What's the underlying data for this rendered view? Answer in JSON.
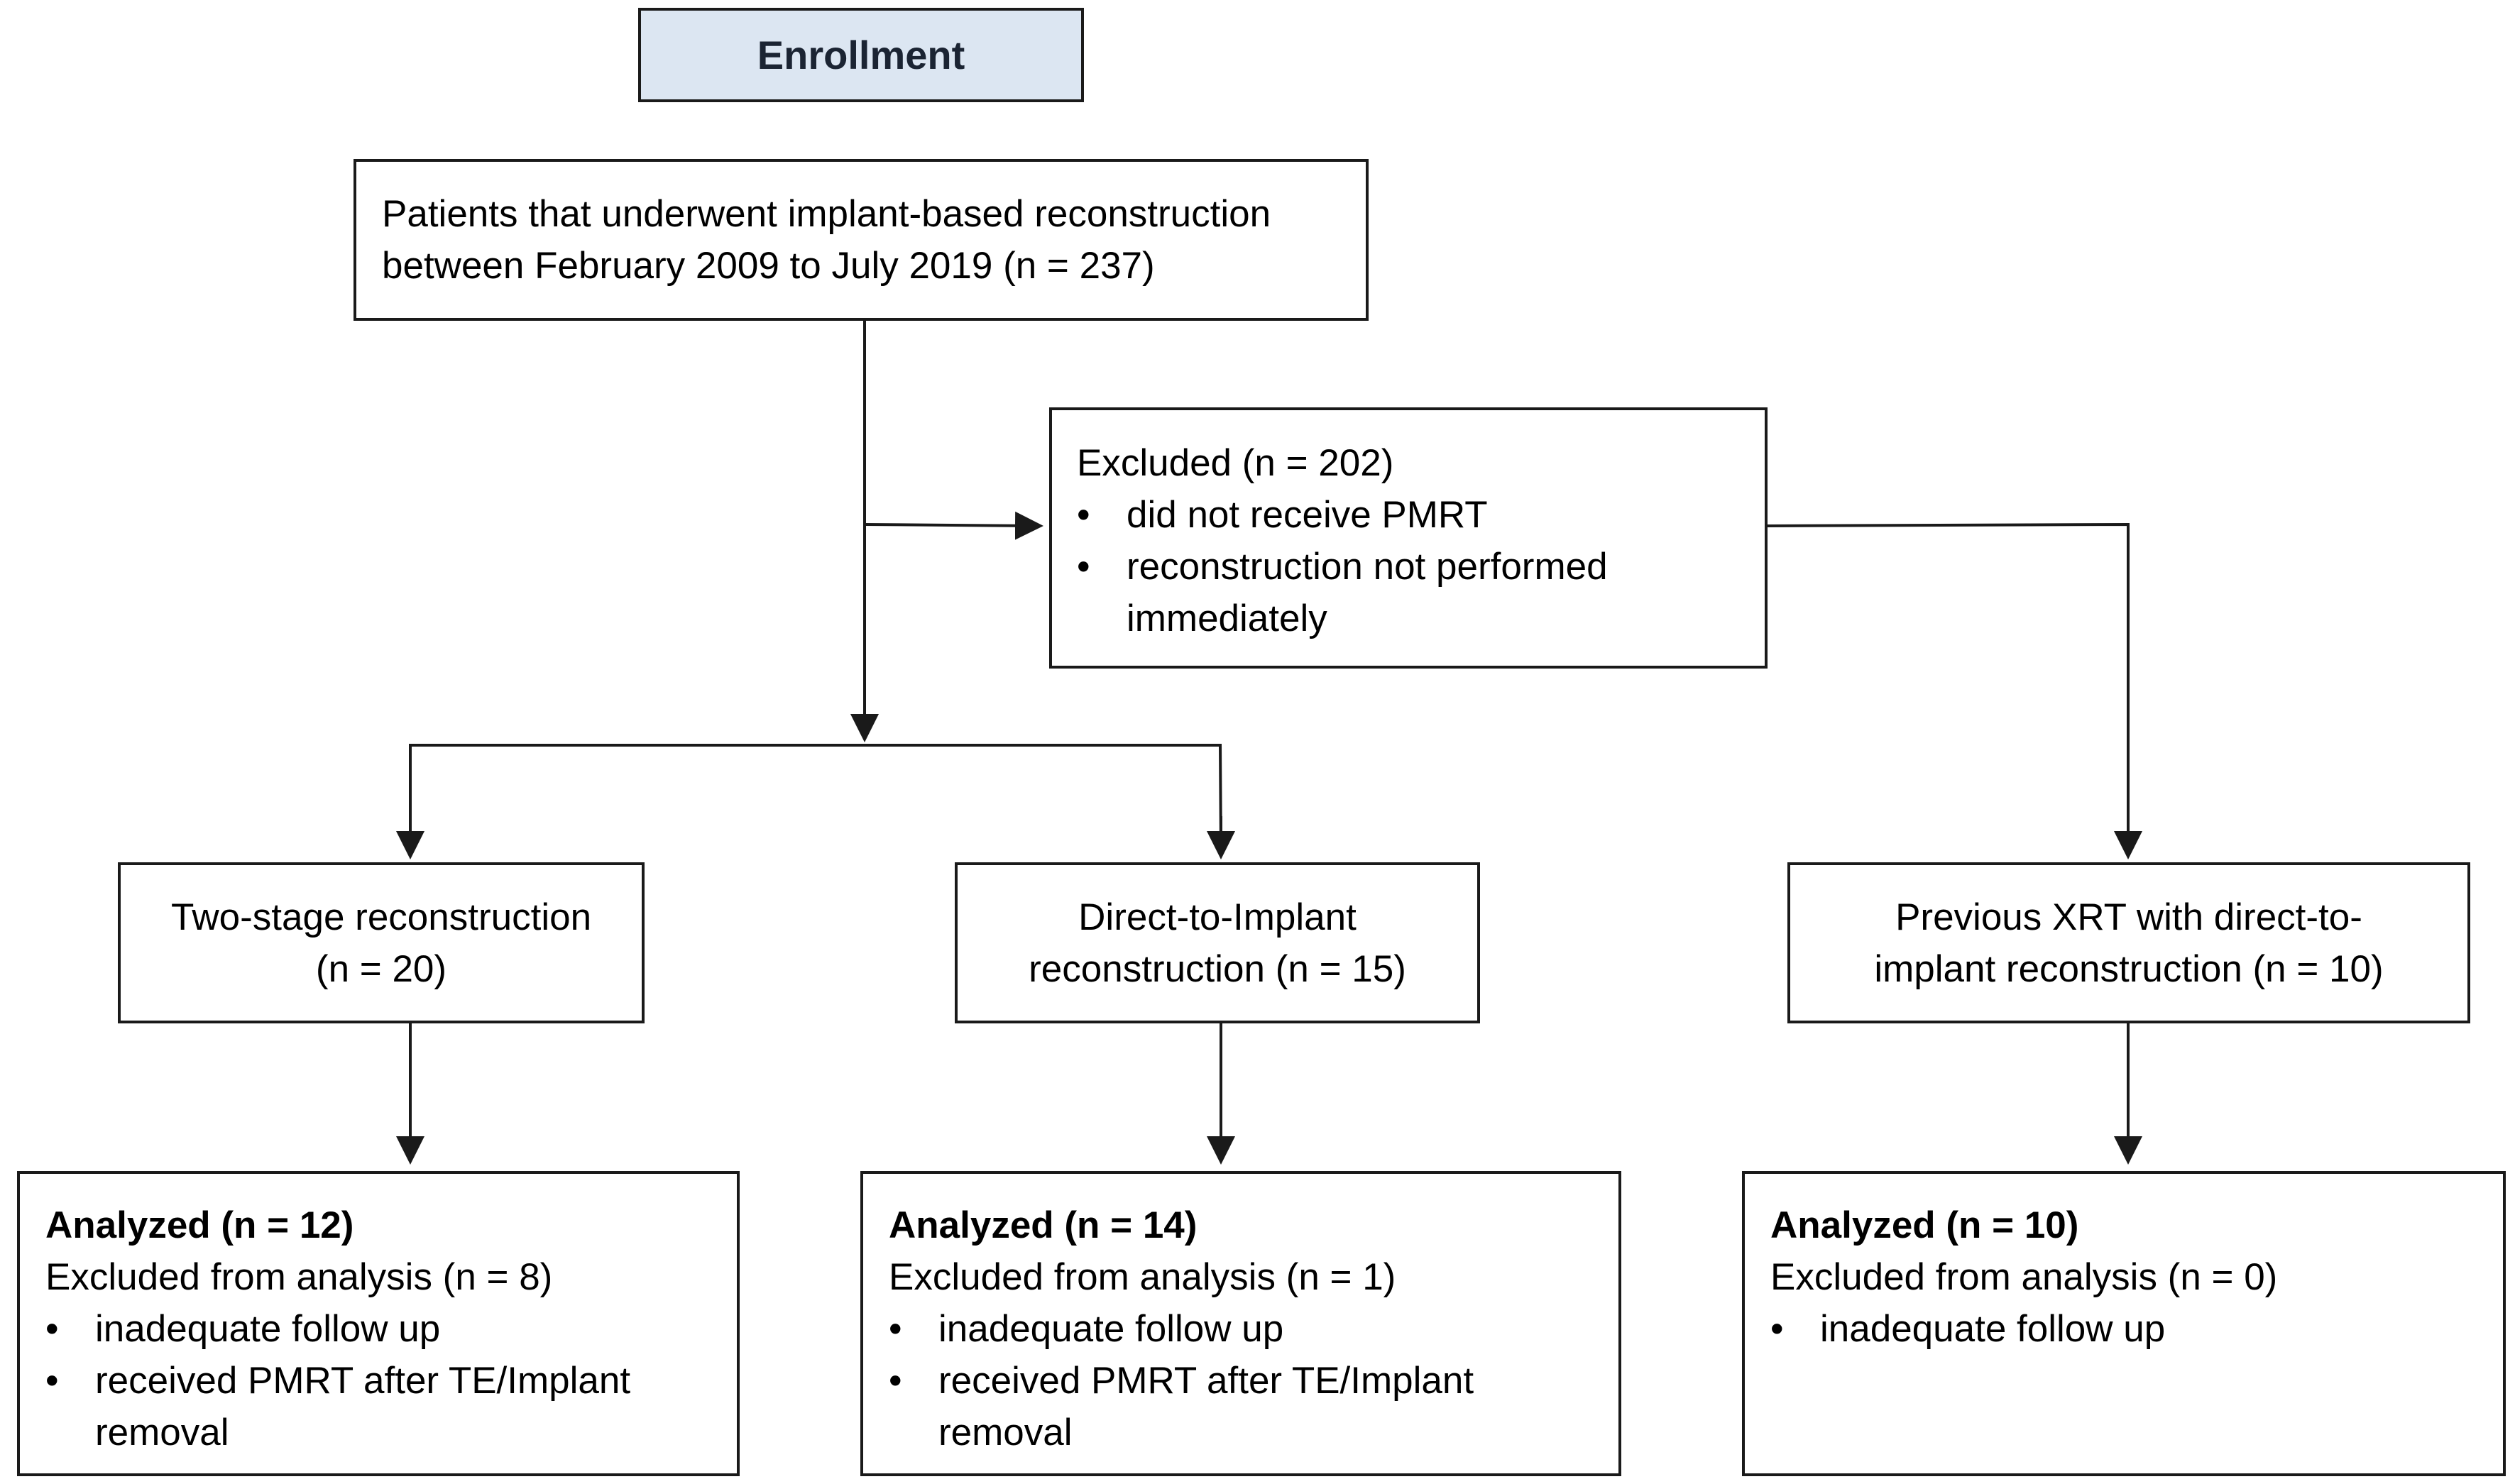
{
  "enrollment": {
    "label": "Enrollment"
  },
  "patients": {
    "line1": "Patients that underwent implant-based reconstruction",
    "line2": "between February 2009 to July 2019 (n = 237)"
  },
  "excluded": {
    "title": "Excluded  (n = 202)",
    "bullets": [
      "did not receive PMRT",
      "reconstruction not performed",
      "immediately"
    ]
  },
  "groups": [
    {
      "line1": "Two-stage reconstruction",
      "line2": "(n = 20)"
    },
    {
      "line1": "Direct-to-Implant",
      "line2": "reconstruction (n = 15)"
    },
    {
      "line1": "Previous XRT with direct-to-",
      "line2": "implant reconstruction (n = 10)"
    }
  ],
  "analyzed": [
    {
      "title": "Analyzed  (n = 12)",
      "excluded_text": "Excluded from analysis (n = 8)",
      "bullets": [
        "inadequate follow up",
        "received PMRT after TE/Implant",
        "removal"
      ]
    },
    {
      "title": "Analyzed  (n = 14)",
      "excluded_text": "Excluded from analysis (n = 1)",
      "bullets": [
        "inadequate follow up",
        "received PMRT after TE/Implant",
        "removal"
      ]
    },
    {
      "title": "Analyzed  (n = 10)",
      "excluded_text": "Excluded from analysis (n = 0)",
      "bullets": [
        "inadequate follow up"
      ]
    }
  ],
  "bullet_symbol": "•"
}
